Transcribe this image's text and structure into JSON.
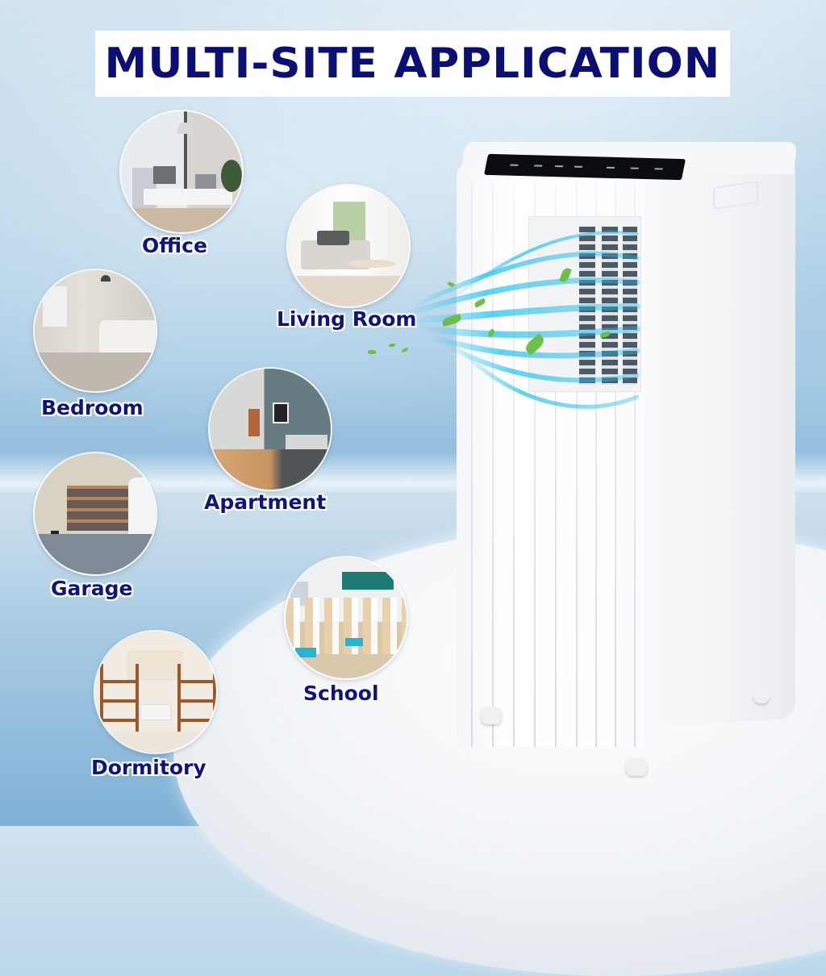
{
  "header": {
    "title": "MULTI-SITE APPLICATION",
    "title_color": "#0b0f74"
  },
  "sites": [
    {
      "id": "office",
      "label": "Office"
    },
    {
      "id": "living-room",
      "label": "Living Room"
    },
    {
      "id": "bedroom",
      "label": "Bedroom"
    },
    {
      "id": "apartment",
      "label": "Apartment"
    },
    {
      "id": "garage",
      "label": "Garage"
    },
    {
      "id": "school",
      "label": "School"
    },
    {
      "id": "dormitory",
      "label": "Dormitory"
    }
  ],
  "product": {
    "name": "portable-air-conditioner",
    "color": "#ffffff",
    "airflow_color": "#29c3f0",
    "leaf_color": "#6cc04a"
  },
  "colors": {
    "label_text": "#10157a",
    "background_top": "#cfe2ef",
    "background_bottom": "#8ab6d8"
  }
}
